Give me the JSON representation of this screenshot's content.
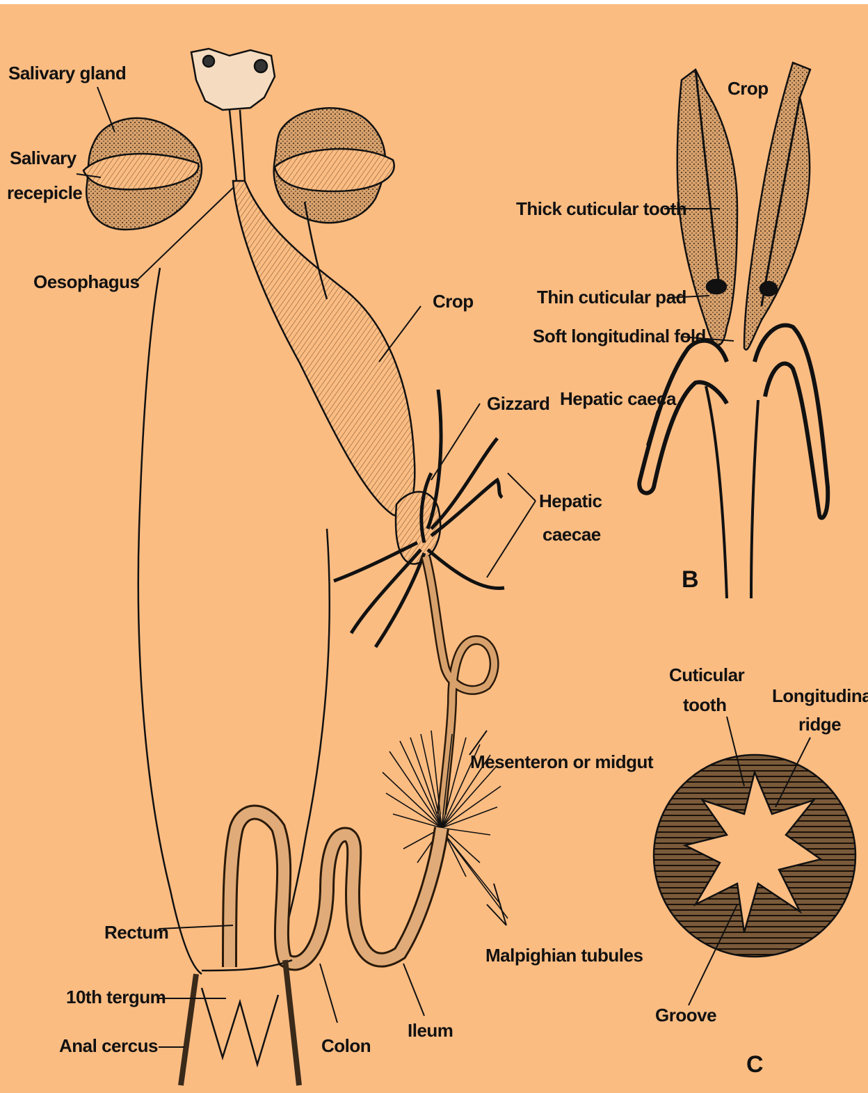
{
  "labels": {
    "salivary_gland": "Salivary gland",
    "salivary_recepicle_1": "Salivary",
    "salivary_recepicle_2": "recepicle",
    "oesophagus": "Oesophagus",
    "crop": "Crop",
    "gizzard": "Gizzard",
    "hepatic_caecae_1": "Hepatic",
    "hepatic_caecae_2": "caecae",
    "mesenteron": "Mesenteron or midgut",
    "malpighian": "Malpighian tubules",
    "rectum": "Rectum",
    "tergum": "10th tergum",
    "anal_cercus": "Anal cercus",
    "colon": "Colon",
    "ileum": "Ileum"
  },
  "panel_b": {
    "letter": "B",
    "crop": "Crop",
    "thick_tooth": "Thick cuticular tooth",
    "thin_pad": "Thin cuticular pad",
    "soft_fold": "Soft longitudinal fold",
    "hepatic_caeca": "Hepatic caeca"
  },
  "panel_c": {
    "letter": "C",
    "cuticular_tooth_1": "Cuticular",
    "cuticular_tooth_2": "tooth",
    "longitudinal_ridge_1": "Longitudinal",
    "longitudinal_ridge_2": "ridge",
    "groove": "Groove"
  },
  "colors": {
    "background": "#fbbc82",
    "ink": "#111111",
    "shade": "#c99766"
  }
}
